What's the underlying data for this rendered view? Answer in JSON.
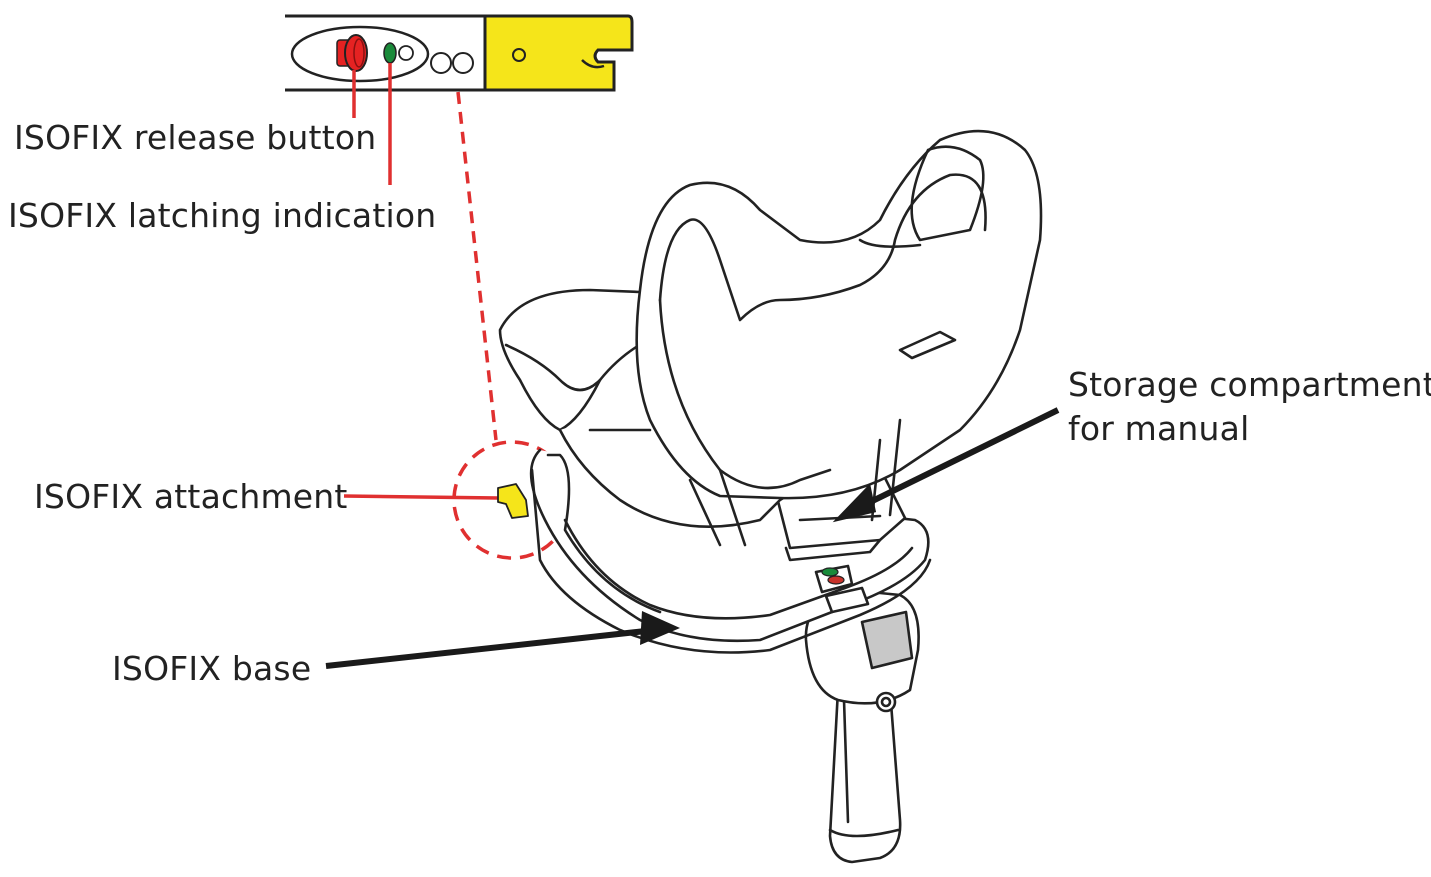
{
  "labels": {
    "isofix_release_button": "ISOFIX release button",
    "isofix_latching_indication": "ISOFIX latching indication",
    "storage_line1": "Storage compartment",
    "storage_line2": "for manual",
    "isofix_attachment": "ISOFIX attachment",
    "isofix_base": "ISOFIX base"
  },
  "colors": {
    "outline": "#222222",
    "callout_red": "#e03030",
    "release_button": "#e52222",
    "latch_indicator": "#1a8a3a",
    "isofix_connector": "#f5e51a",
    "shading_gray": "#c8c8c8"
  },
  "icons": {
    "release_button": "red-release-button-icon",
    "latch_indicator": "green-indicator-icon",
    "connector": "isofix-connector-icon"
  }
}
